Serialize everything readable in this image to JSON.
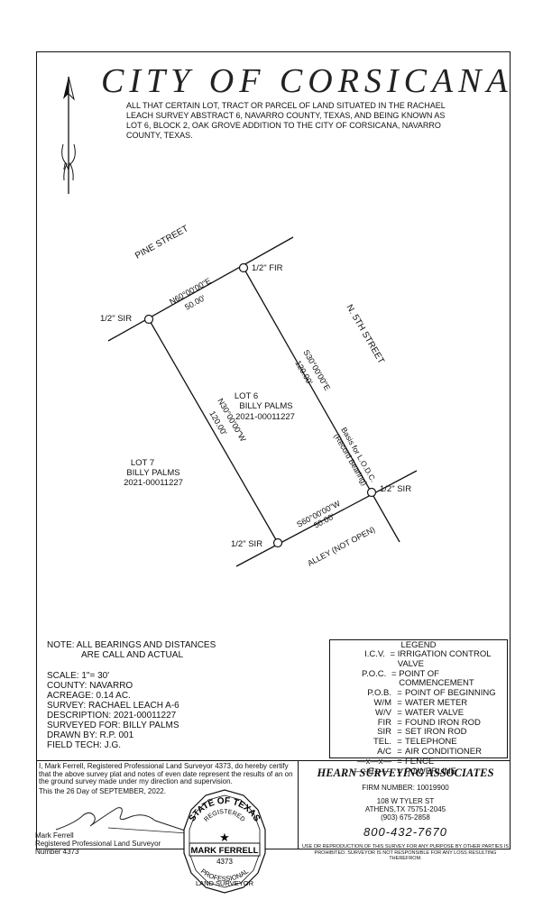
{
  "title": "CITY OF CORSICANA",
  "description": "ALL THAT CERTAIN LOT, TRACT OR PARCEL OF LAND SITUATED IN THE RACHAEL LEACH SURVEY ABSTRACT 6, NAVARRO COUNTY, TEXAS, AND BEING KNOWN AS LOT 6, BLOCK 2, OAK GROVE ADDITION TO THE CITY OF CORSICANA, NAVARRO COUNTY, TEXAS.",
  "north_arrow": {
    "label": "N",
    "icon": "north-arrow-icon"
  },
  "plat": {
    "streets": {
      "pine": "PINE STREET",
      "fifth": "N. 5TH STREET",
      "alley": "ALLEY (NOT OPEN)"
    },
    "corners": {
      "top": "1/2\" FIR",
      "left": "1/2\" SIR",
      "right": "1/2\" SIR",
      "bottom": "1/2\" SIR"
    },
    "calls": {
      "north_bearing": "N60°00'00\"E",
      "north_distance": "50.00'",
      "east_bearing": "S30°00'00\"E",
      "east_distance": "120.00'",
      "west_bearing": "N30°00'00\"W",
      "west_distance": "120.00'",
      "south_bearing": "S60°00'00\"W",
      "south_distance": "50.00'"
    },
    "basis": {
      "line1": "Basis for L.O.D.C.",
      "line2": "(Record Bearing)"
    },
    "lot6": {
      "lot": "LOT 6",
      "owner": "BILLY PALMS",
      "doc": "2021-00011227"
    },
    "lot7": {
      "lot": "LOT 7",
      "owner": "BILLY PALMS",
      "doc": "2021-00011227"
    }
  },
  "notes": {
    "note": "NOTE: ALL BEARINGS AND DISTANCES",
    "note2": "ARE CALL AND ACTUAL",
    "lines": [
      "SCALE: 1\"= 30'",
      "COUNTY: NAVARRO",
      "ACREAGE: 0.14 AC.",
      "SURVEY: RACHAEL LEACH A-6",
      "DESCRIPTION: 2021-00011227",
      "SURVEYED FOR: BILLY PALMS",
      "DRAWN BY: R.P. 001",
      "FIELD TECH: J.G."
    ]
  },
  "legend": {
    "title": "LEGEND",
    "items": [
      {
        "abbr": "I.C.V.",
        "def": "IRRIGATION CONTROL VALVE"
      },
      {
        "abbr": "P.O.C.",
        "def": "POINT OF COMMENCEMENT"
      },
      {
        "abbr": "P.O.B.",
        "def": "POINT OF BEGINNING"
      },
      {
        "abbr": "W/M",
        "def": "WATER METER"
      },
      {
        "abbr": "W/V",
        "def": "WATER VALVE"
      },
      {
        "abbr": "FIR",
        "def": "FOUND IRON ROD"
      },
      {
        "abbr": "SIR",
        "def": "SET IRON ROD"
      },
      {
        "abbr": "TEL.",
        "def": "TELEPHONE"
      },
      {
        "abbr": "A/C",
        "def": "AIR CONDITIONER"
      },
      {
        "abbr": "—x—x—",
        "def": "FENCE"
      },
      {
        "abbr": "——E——",
        "def": "POWERLINE"
      }
    ]
  },
  "certification": {
    "text": "I, Mark Ferrell, Registered Professional Land Surveyor 4373, do hereby certify that the above survey plat and notes of even date represent the results of an on the ground survey made under my direction and supervision.",
    "date": "This the 26 Day of SEPTEMBER, 2022.",
    "signer_name": "Mark Ferrell",
    "signer_title": "Registered Professional Land Surveyor",
    "signer_number": "Number 4373"
  },
  "company": {
    "name": "HEARN SURVEYING ASSOCIATES",
    "firm": "FIRM NUMBER: 10019900",
    "address1": "108 W TYLER ST",
    "address2": "ATHENS,TX 75751-2045",
    "phone_small": "(903) 675-2858",
    "phone": "800-432-7670",
    "disclaimer": "USE OR REPRODUCTION OF THIS SURVEY FOR ANY PURPOSE BY OTHER PARTIES IS PROHIBITED. SURVEYOR IS NOT RESPONSIBLE FOR ANY LOSS RESULTING THEREFROM."
  },
  "seal": {
    "top": "STATE OF TEXAS",
    "registered": "REGISTERED",
    "name": "MARK FERRELL",
    "number": "4373",
    "bottom1": "PROFESSIONAL",
    "bottom2": "LAND SURVEYOR"
  }
}
